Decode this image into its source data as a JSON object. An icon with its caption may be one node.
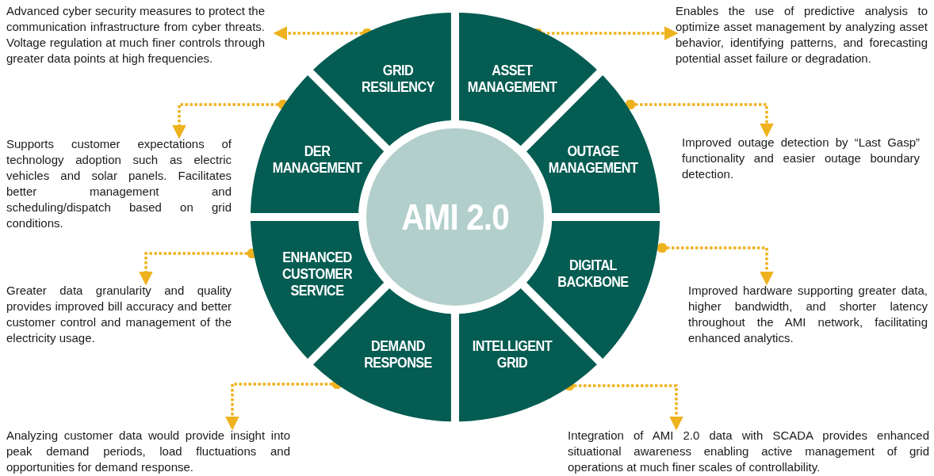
{
  "diagram": {
    "nodes": [
      {
        "text": [
          "AMI 2.0"
        ]
      },
      {
        "text": [
          "GRID RESILIENCY"
        ]
      },
      {
        "text": [
          "ASSET MANAGEMENT"
        ]
      },
      {
        "text": [
          "DER MANAGEMENT"
        ]
      },
      {
        "text": [
          "OUTAGE MANAGEMENT"
        ]
      },
      {
        "text": [
          "ENHANCED CUSTOMER SERVICE"
        ]
      },
      {
        "text": [
          "DIGITAL BACKBONE"
        ]
      },
      {
        "text": [
          "DEMAND RESPONSE"
        ]
      },
      {
        "text": [
          "INTELLIGENT GRID"
        ]
      },
      {
        "text": [
          "Advanced cyber security measures to protect the communication infrastructure from cyber threats. Voltage regulation at much finer controls through greater data points at high frequencies."
        ]
      },
      {
        "text": [
          "Enables the use of predictive analysis to optimize asset management by analyzing asset behavior, identifying patterns, and forecasting potential asset failure or degradation."
        ]
      },
      {
        "text": [
          "Supports customer expectations of technology adoption such as electric vehicles and solar panels. Facilitates better management and scheduling/dispatch based on grid conditions."
        ]
      },
      {
        "text": [
          "Improved outage detection by “Last Gasp” functionality and easier outage boundary detection."
        ]
      },
      {
        "text": [
          "Greater data granularity and quality provides improved bill accuracy and better customer control and management of the electricity usage."
        ]
      },
      {
        "text": [
          "Improved hardware supporting greater data, higher bandwidth, and shorter latency throughout the AMI network, facilitating enhanced analytics."
        ]
      },
      {
        "text": [
          "Analyzing customer data would provide insight into peak demand periods, load fluctuations and opportunities for demand response."
        ]
      },
      {
        "text": [
          "Integration of AMI 2.0 data with SCADA provides enhanced situational awareness enabling active management of grid operations at much finer scales of controllability."
        ]
      }
    ],
    "edges": [
      {
        "from": 1,
        "to": 9,
        "arrow": "to"
      },
      {
        "from": 2,
        "to": 10,
        "arrow": "to"
      },
      {
        "from": 3,
        "to": 11,
        "arrow": "to"
      },
      {
        "from": 4,
        "to": 12,
        "arrow": "to"
      },
      {
        "from": 5,
        "to": 13,
        "arrow": "to"
      },
      {
        "from": 6,
        "to": 14,
        "arrow": "to"
      },
      {
        "from": 7,
        "to": 15,
        "arrow": "to"
      },
      {
        "from": 8,
        "to": 16,
        "arrow": "to"
      }
    ]
  }
}
